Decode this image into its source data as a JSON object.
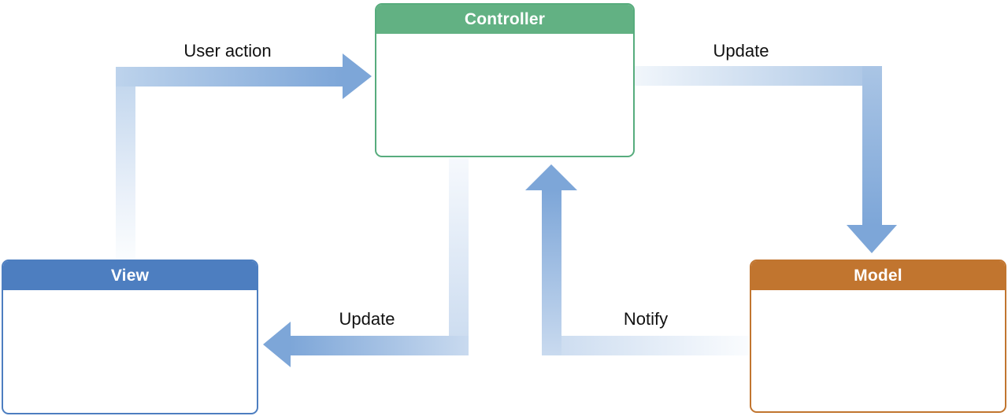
{
  "nodes": {
    "controller": {
      "title": "Controller",
      "color": "#62b183"
    },
    "view": {
      "title": "View",
      "color": "#4d7ec0"
    },
    "model": {
      "title": "Model",
      "color": "#c1752f"
    }
  },
  "edges": {
    "user_action": {
      "label": "User action",
      "from": "view",
      "to": "controller"
    },
    "update_model": {
      "label": "Update",
      "from": "controller",
      "to": "model"
    },
    "update_view": {
      "label": "Update",
      "from": "controller",
      "to": "view"
    },
    "notify": {
      "label": "Notify",
      "from": "model",
      "to": "controller"
    }
  },
  "style": {
    "arrow_color_strong": "#7da6d8",
    "arrow_color_light": "#f3f7fc",
    "label_text_color": "#111111",
    "title_text_color": "#ffffff",
    "background": "#ffffff"
  }
}
